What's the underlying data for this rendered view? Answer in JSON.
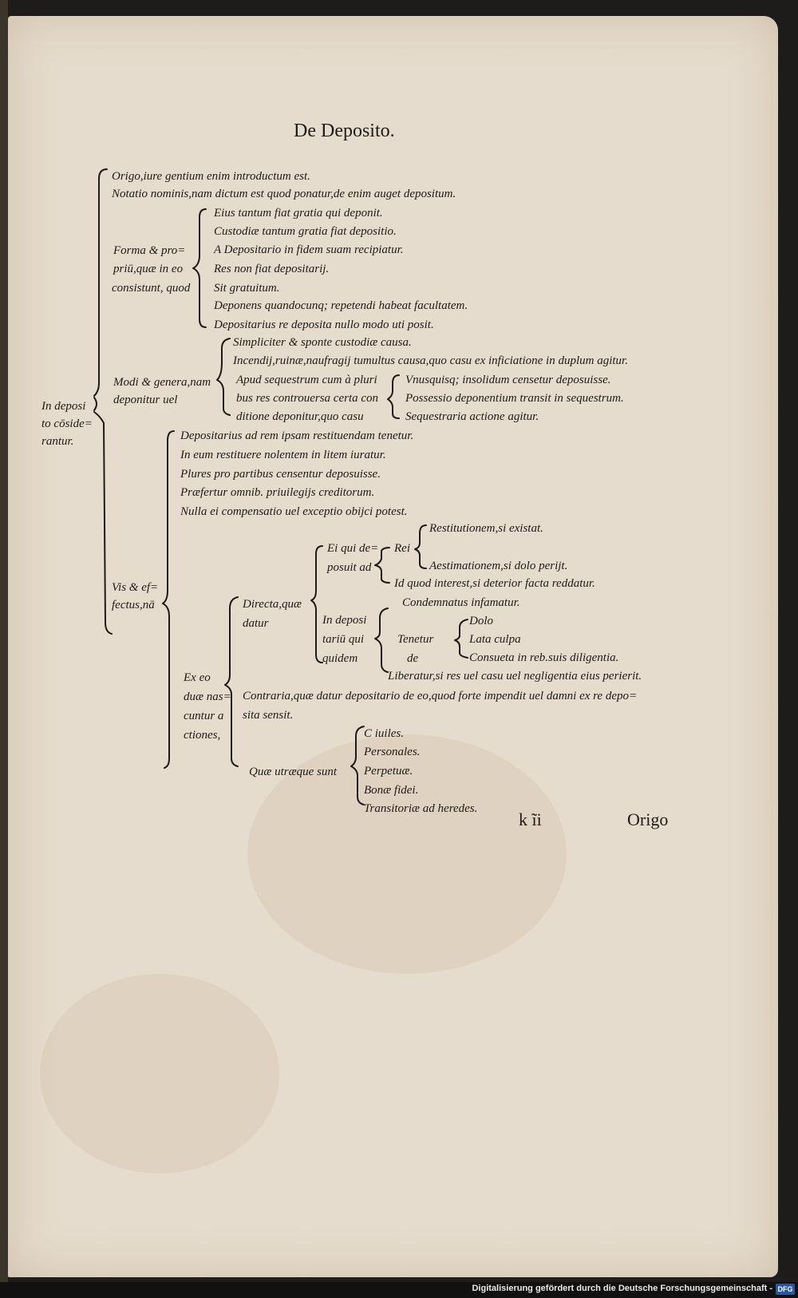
{
  "title": "De Deposito.",
  "root": [
    "In deposi",
    "to cōside=",
    "rantur."
  ],
  "origo": "Origo,iure gentium enim introductum est.",
  "notatio": "Notatio nominis,nam dictum est quod ponatur,de enim auget depositum.",
  "forma": {
    "label": [
      "Forma & pro=",
      "priū,quæ in eo",
      "consistunt, quod"
    ],
    "items": [
      "Eius tantum fiat gratia qui deponit.",
      "Custodiæ tantum gratia fiat depositio.",
      "A Depositario in fidem suam recipiatur.",
      "Res non fiat depositarij.",
      "Sit gratuitum.",
      "Deponens quandocunq; repetendi habeat facultatem.",
      "Depositarius re deposita nullo modo uti posit."
    ]
  },
  "modi": {
    "label": [
      "Modi & genera,nam",
      "deponitur uel"
    ],
    "items": [
      "Simpliciter & sponte custodiæ causa.",
      "Incendij,ruinæ,naufragij tumultus causa,quo casu ex inficiatione in duplum agitur.",
      "Apud sequestrum cum à pluri",
      "bus res controuersa certa con",
      "ditione deponitur,quo casu"
    ],
    "sub": [
      "Vnusquisq; insolidum censetur deposuisse.",
      "Possessio deponentium transit in sequestrum.",
      "Sequestraria actione agitur."
    ]
  },
  "vis": {
    "label": [
      "Vis & ef=",
      "fectus,nā"
    ],
    "items": [
      "Depositarius ad rem ipsam restituendam tenetur.",
      "In eum restituere nolentem in litem iuratur.",
      "Plures pro partibus censentur deposuisse.",
      "Præfertur omnib. priuilegijs creditorum.",
      "Nulla ei compensatio uel exceptio obijci potest."
    ],
    "ex_eo": [
      "Ex eo",
      "duæ nas=",
      "cuntur a",
      "ctiones,"
    ],
    "directa": [
      "Directa,quæ",
      "datur"
    ],
    "ei_qui": [
      "Ei qui de=",
      "posuit ad"
    ],
    "rei": "Rei",
    "rei_items": [
      "Restitutionem,si existat.",
      "Aestimationem,si dolo perijt."
    ],
    "id_quod": "Id quod interest,si deterior facta reddatur.",
    "in_depo": [
      "In deposi",
      "tariū qui",
      "quidem"
    ],
    "condemnatus": "Condemnatus infamatur.",
    "tenetur": [
      "Tenetur",
      "de"
    ],
    "tenetur_items": [
      "Dolo",
      "Lata culpa",
      "Consueta in reb.suis diligentia."
    ],
    "liberatur": "Liberatur,si res uel casu uel negligentia eius perierit.",
    "contraria": [
      "Contraria,quæ datur depositario de eo,quod forte impendit uel damni ex re depo=",
      "sita sensit."
    ],
    "quae": "Quæ utræque sunt",
    "quae_items": [
      "C iuiles.",
      "Personales.",
      "Perpetuæ.",
      "Bonæ fidei.",
      "Transitoriæ ad heredes."
    ]
  },
  "signature": "k ĩi",
  "catchword": "Origo",
  "footer": "Digitalisierung gefördert durch die Deutsche Forschungsgemeinschaft -",
  "footer_logo": "DFG"
}
